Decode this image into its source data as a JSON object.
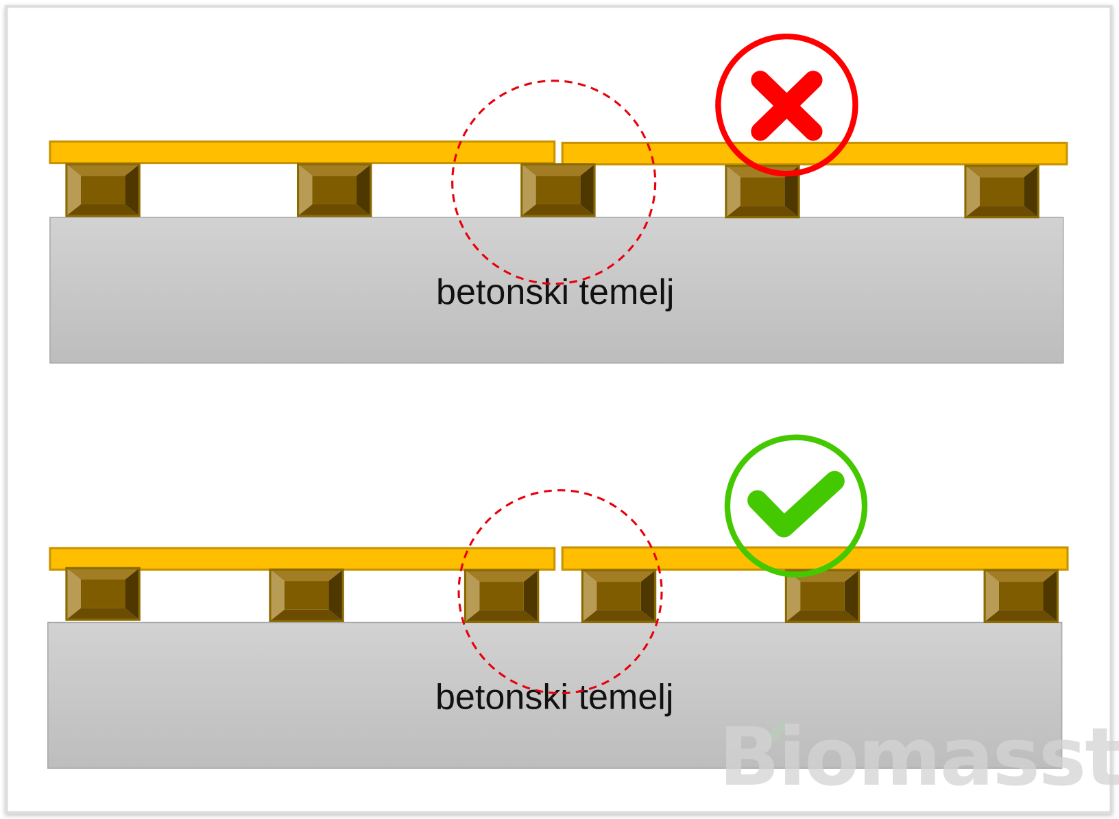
{
  "top_diagram": {
    "foundation_label": "betonski temelj",
    "verdict": "incorrect",
    "verdict_icon": "cross-icon",
    "verdict_color": "#ff0000"
  },
  "bottom_diagram": {
    "foundation_label": "betonski temelj",
    "verdict": "correct",
    "verdict_icon": "check-icon",
    "verdict_color": "#44c800"
  },
  "watermark": "Biomasster",
  "colors": {
    "board": "#ffbf00",
    "board_border": "#c89300",
    "block": "#7f5c00",
    "foundation": "#cccccc",
    "highlight_circle": "#e8000b"
  }
}
